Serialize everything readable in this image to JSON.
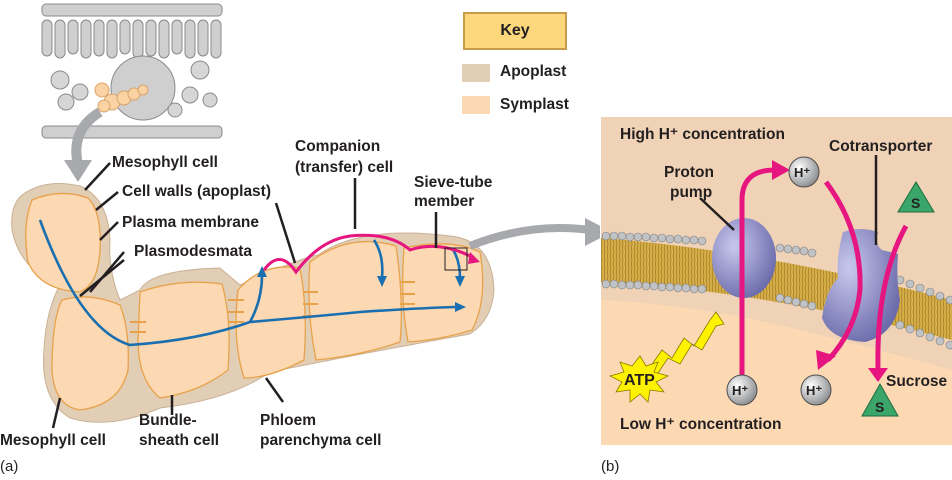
{
  "key": {
    "title": "Key",
    "items": [
      {
        "label": "Apoplast",
        "color": "#e2cdb5"
      },
      {
        "label": "Symplast",
        "color": "#fcd9b3"
      }
    ]
  },
  "panel_a": {
    "letter": "(a)",
    "labels": {
      "mesophyll_top": "Mesophyll cell",
      "cell_walls": "Cell walls (apoplast)",
      "plasma_membrane": "Plasma membrane",
      "plasmodesmata": "Plasmodesmata",
      "companion_1": "Companion",
      "companion_2": "(transfer) cell",
      "sieve_1": "Sieve-tube",
      "sieve_2": "member",
      "mesophyll_bottom": "Mesophyll cell",
      "bundle_1": "Bundle-",
      "bundle_2": "sheath cell",
      "phloem_1": "Phloem",
      "phloem_2": "parenchyma cell"
    }
  },
  "panel_b": {
    "letter": "(b)",
    "labels": {
      "high": "High H⁺ concentration",
      "low": "Low H⁺ concentration",
      "proton_1": "Proton",
      "proton_2": "pump",
      "cotransporter": "Cotransporter",
      "sucrose": "Sucrose",
      "atp": "ATP",
      "h_ion": "H⁺",
      "s": "S"
    }
  },
  "colors": {
    "symplast_arrow": "#1a6fb0",
    "apoplast_arrow": "#e6157f",
    "membrane_protein": "#8f8fc8",
    "lipid": "#d9b048",
    "atp": "#fff200",
    "sucrose": "#3aa66a"
  }
}
